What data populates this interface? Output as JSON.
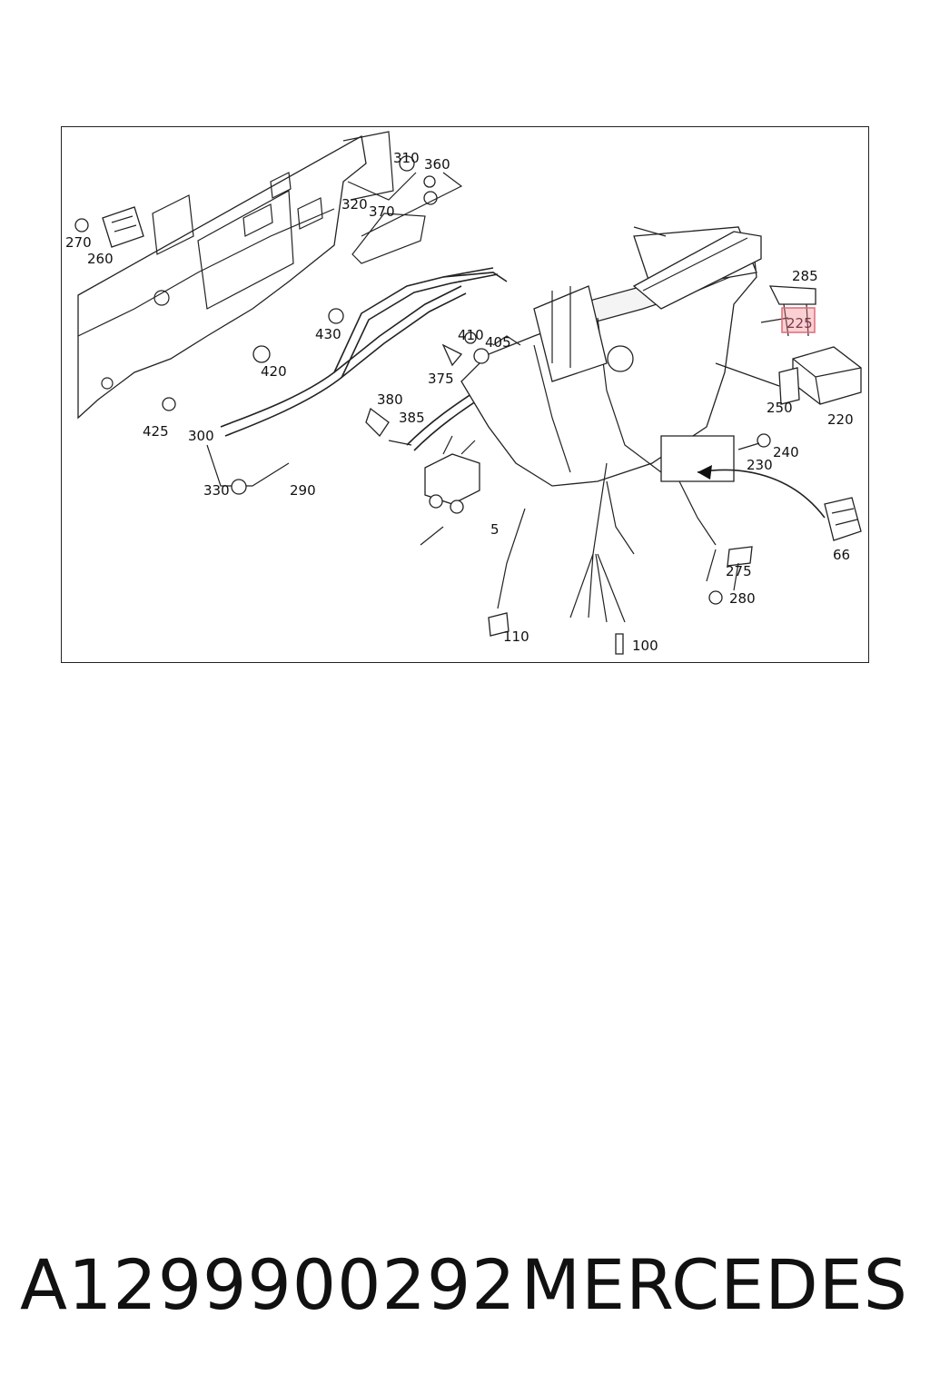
{
  "diagram": {
    "callouts": {
      "c270": "270",
      "c260": "260",
      "c310": "310",
      "c360": "360",
      "c320": "320",
      "c370": "370",
      "c430": "430",
      "c420": "420",
      "c425": "425",
      "c300": "300",
      "c330": "330",
      "c290": "290",
      "c410": "410",
      "c405": "405",
      "c375": "375",
      "c380": "380",
      "c385": "385",
      "c285": "285",
      "c225": "225",
      "c250": "250",
      "c220": "220",
      "c240": "240",
      "c230": "230",
      "c66": "66",
      "c5": "5",
      "c275": "275",
      "c280": "280",
      "c110": "110",
      "c100": "100"
    },
    "highlighted_callout": "225",
    "highlight_color": "#e06a78"
  },
  "footer": {
    "part_number": "A1299900292",
    "brand": "MERCEDES"
  }
}
